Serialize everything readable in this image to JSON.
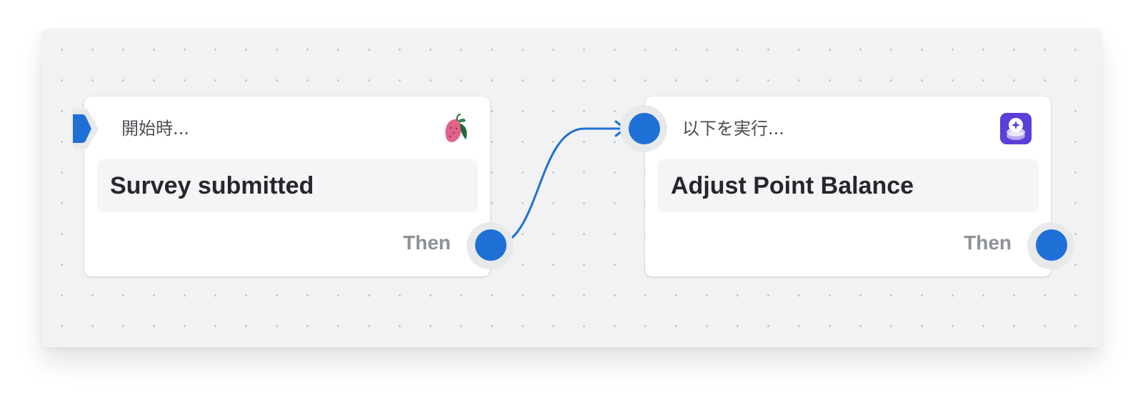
{
  "canvas": {
    "nodes": [
      {
        "header": "開始時...",
        "title": "Survey submitted",
        "footer": "Then",
        "icon": "strawberry-icon"
      },
      {
        "header": "以下を実行...",
        "title": "Adjust Point Balance",
        "footer": "Then",
        "icon": "points-coin-icon"
      }
    ],
    "colors": {
      "port": "#1f70d6",
      "connector": "#1f70d6",
      "canvas_background": "#f1f2f4",
      "points_icon_background": "#5b3fd8"
    }
  }
}
